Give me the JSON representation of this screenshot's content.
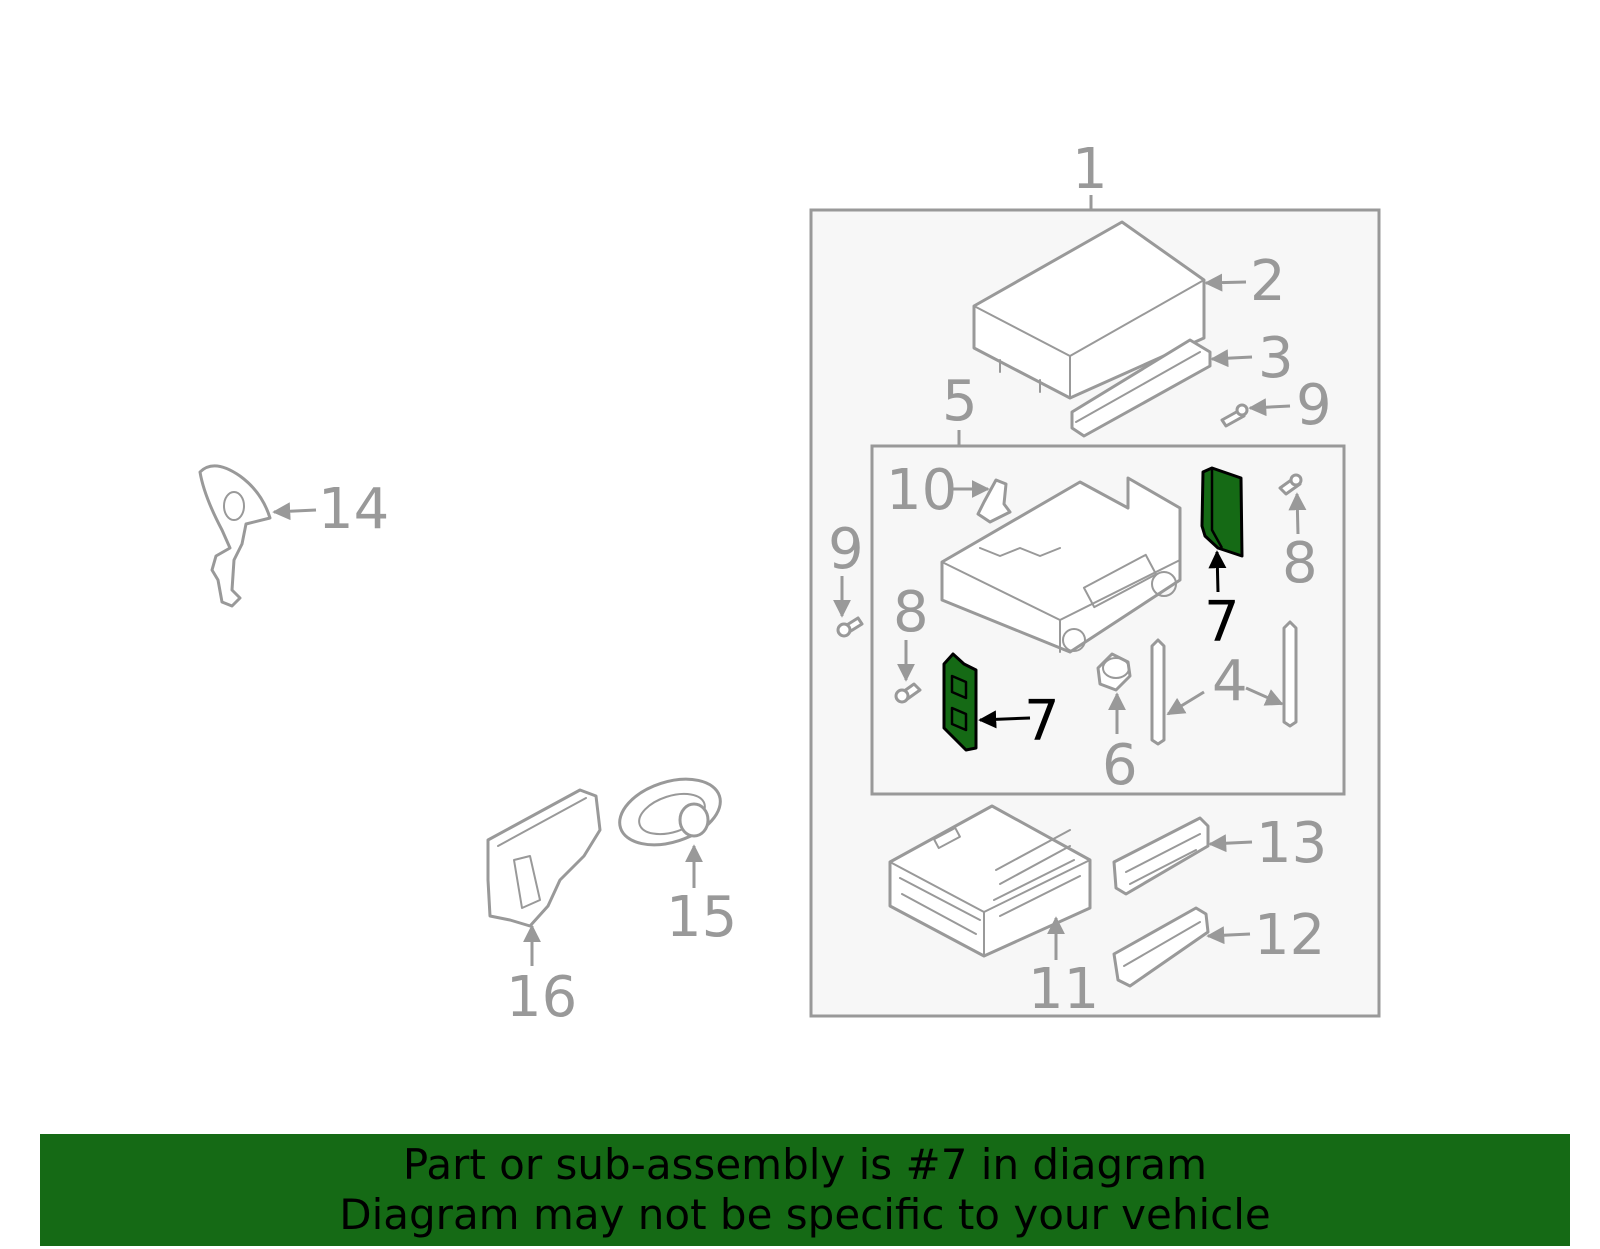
{
  "colors": {
    "highlight": "#156a15",
    "line": "#999999",
    "panel": "#f7f7f7"
  },
  "callouts": {
    "c1": "1",
    "c2": "2",
    "c3": "3",
    "c4": "4",
    "c5": "5",
    "c6": "6",
    "c7a": "7",
    "c7b": "7",
    "c8a": "8",
    "c8b": "8",
    "c9a": "9",
    "c9b": "9",
    "c10": "10",
    "c11": "11",
    "c12": "12",
    "c13": "13",
    "c14": "14",
    "c15": "15",
    "c16": "16"
  },
  "banner": {
    "line1": "Part or sub-assembly is #7 in diagram",
    "line2": "Diagram may not be specific to your vehicle"
  }
}
